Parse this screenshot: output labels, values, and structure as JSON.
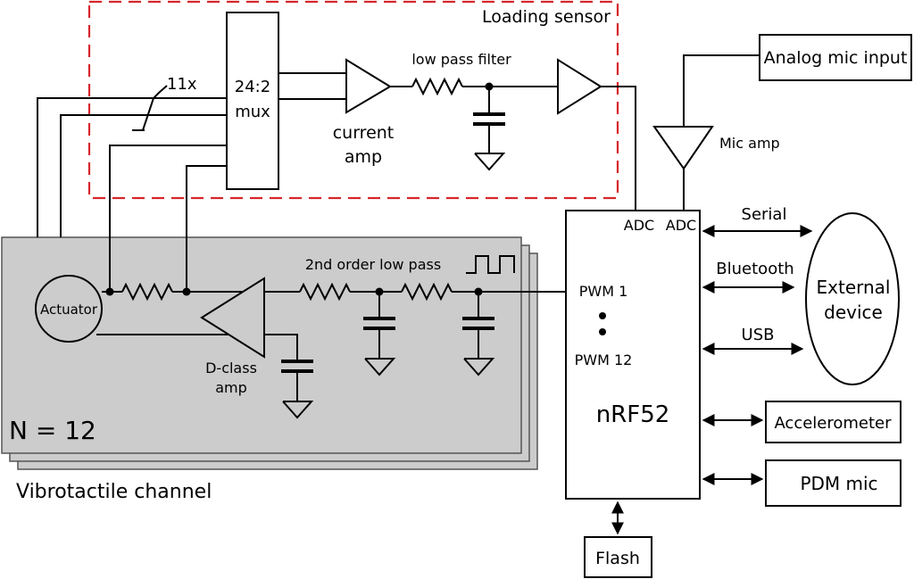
{
  "diagram": {
    "loading_sensor": {
      "title": "Loading sensor",
      "color": "#d6262b"
    },
    "mux": {
      "line1": "24:2",
      "line2": "mux"
    },
    "bus_count": "11x",
    "current_amp": {
      "line1": "current",
      "line2": "amp"
    },
    "low_pass_filter": "low pass filter",
    "analog_mic_input": "Analog mic input",
    "mic_amp": "Mic amp",
    "adc_left": "ADC",
    "adc_right": "ADC",
    "serial": "Serial",
    "bluetooth": "Bluetooth",
    "usb": "USB",
    "external_device": {
      "line1": "External",
      "line2": "device"
    },
    "pwm1": "PWM 1",
    "pwm12": "PWM 12",
    "mcu": "nRF52",
    "accelerometer": "Accelerometer",
    "pdm_mic": "PDM mic",
    "flash": "Flash",
    "actuator": "Actuator",
    "second_order_low_pass": "2nd order low pass",
    "d_class_amp": {
      "line1": "D-class",
      "line2": "amp"
    },
    "channel_count": "N = 12",
    "vibrotactile_channel": "Vibrotactile channel",
    "channel_fill": "#cccccc"
  }
}
